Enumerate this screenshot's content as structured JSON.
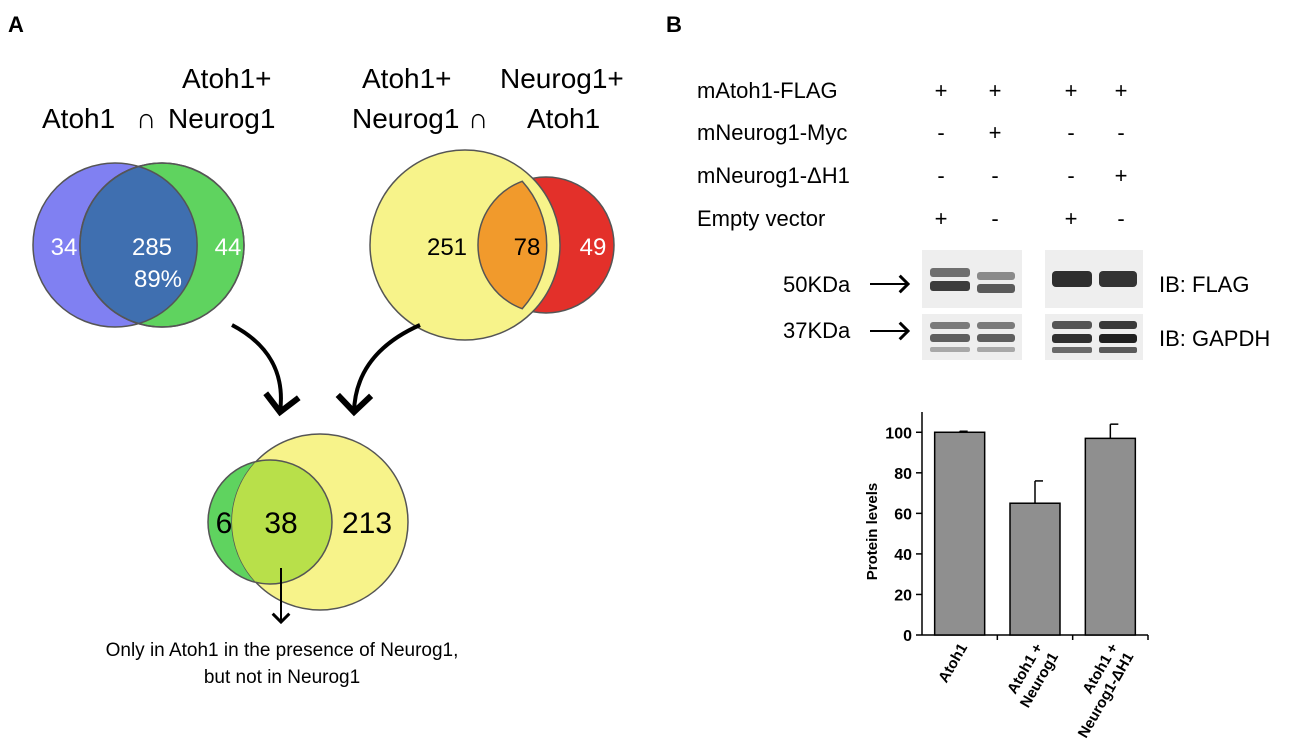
{
  "panels": {
    "a": {
      "label": "A",
      "venn1": {
        "left_title": "Atoh1",
        "intersect_symbol": "∩",
        "right_title_line1": "Atoh1+",
        "right_title_line2": "Neurog1",
        "left_only": "34",
        "overlap": "285",
        "overlap_pct": "89%",
        "right_only": "44"
      },
      "venn2": {
        "left_title_line1": "Atoh1+",
        "left_title_line2": "Neurog1",
        "intersect_symbol": "∩",
        "right_title_line1": "Neurog1+",
        "right_title_line2": "Atoh1",
        "left_only": "251",
        "overlap": "78",
        "right_only": "49"
      },
      "venn3": {
        "left_only": "6",
        "overlap": "38",
        "right_only": "213",
        "caption_line1": "Only in Atoh1 in the presence of Neurog1,",
        "caption_line2": "but not in Neurog1"
      }
    },
    "b": {
      "label": "B",
      "conditions": [
        {
          "name": "mAtoh1-FLAG",
          "signs": [
            "+",
            "+",
            "+",
            "+"
          ]
        },
        {
          "name": "mNeurog1-Myc",
          "signs": [
            "-",
            "+",
            "-",
            "-"
          ]
        },
        {
          "name": "mNeurog1-ΔH1",
          "signs": [
            "-",
            "-",
            "-",
            "+"
          ]
        },
        {
          "name": "Empty vector",
          "signs": [
            "+",
            "-",
            "+",
            "-"
          ]
        }
      ],
      "blots": [
        {
          "marker": "50KDa",
          "ib": "IB: FLAG"
        },
        {
          "marker": "37KDa",
          "ib": "IB: GAPDH"
        }
      ]
    }
  },
  "colors": {
    "venn_blue": "#8080f2",
    "venn_overlap_blue": "#3f6fb0",
    "venn_green": "#5fd35f",
    "venn_yellow": "#f7f38a",
    "venn_orange": "#f19a2c",
    "venn_red": "#e3302a",
    "venn_lime": "#b8e04a",
    "bar_fill": "#8f8f8f"
  },
  "chart_data": {
    "type": "bar",
    "categories": [
      "Atoh1",
      "Atoh1 + Neurog1",
      "Atoh1 + Neurog1-ΔH1"
    ],
    "category_lines": [
      [
        "Atoh1"
      ],
      [
        "Atoh1 +",
        "Neurog1"
      ],
      [
        "Atoh1 +",
        "Neurog1-ΔH1"
      ]
    ],
    "values": [
      100,
      65,
      97
    ],
    "errors": [
      0.5,
      11,
      7
    ],
    "ylabel": "Protein levels",
    "ylim": [
      0,
      110
    ],
    "yticks": [
      0,
      20,
      40,
      60,
      80,
      100
    ],
    "grid": false
  }
}
